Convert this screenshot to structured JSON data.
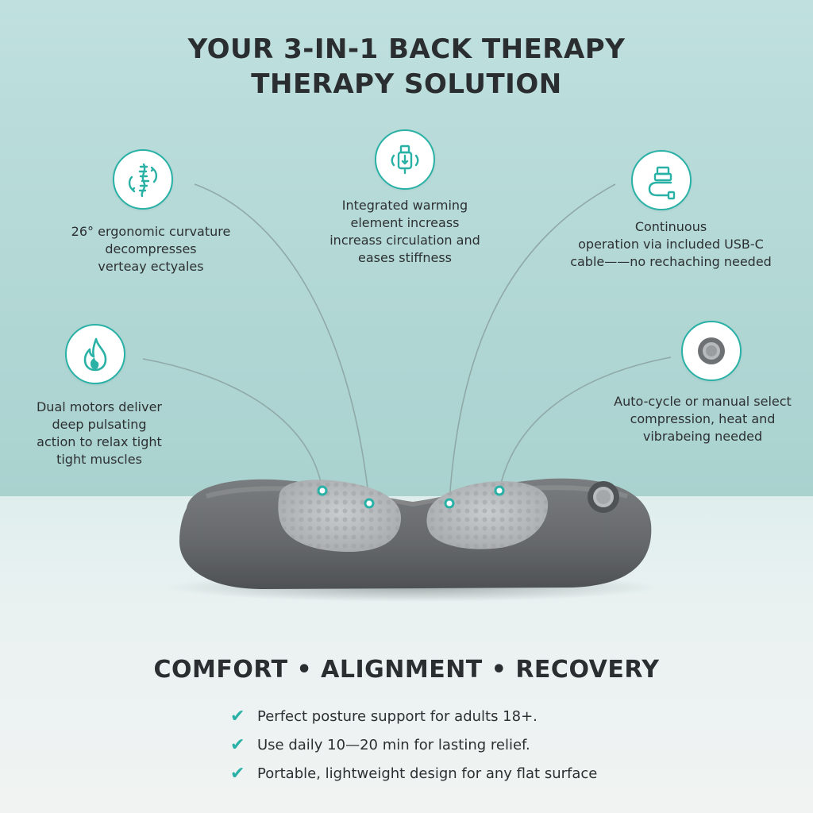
{
  "colors": {
    "accent": "#2ab1a6",
    "background_top": "#b3d8d6",
    "device_body": "#6b6e70",
    "device_pad": "#b8bbbe",
    "text": "#2d3032"
  },
  "headline": {
    "line1": "YOUR 3-IN-1 BACK THERAPY",
    "line2": "THERAPY SOLUTION"
  },
  "features": [
    {
      "icon": "spine-rotate-icon",
      "lines": [
        "26° ergonomic curvature",
        "decompresses",
        "verteay  ectyales"
      ]
    },
    {
      "icon": "usb-plug-icon",
      "lines": [
        "Integrated warming",
        "element increass",
        "increass circulation and",
        "eases stiffness"
      ]
    },
    {
      "icon": "usb-cable-icon",
      "lines": [
        "Continuous",
        "operation via included USB-C",
        "cable——no rechaching needed"
      ]
    },
    {
      "icon": "flame-icon",
      "lines": [
        "Dual motors deliver",
        "deep pulsating",
        "action to relax tight",
        "tight muscles"
      ]
    },
    {
      "icon": "power-button-icon",
      "lines": [
        "Auto-cycle or manual select",
        "compression, heat and",
        "vibrabeing needed"
      ]
    }
  ],
  "tagline": "COMFORT • ALIGNMENT • RECOVERY",
  "bullets": [
    "Perfect posture support for adults 18+.",
    "Use daily 10—20 min for lasting relief.",
    "Portable, lightweight design for any flat surface"
  ]
}
